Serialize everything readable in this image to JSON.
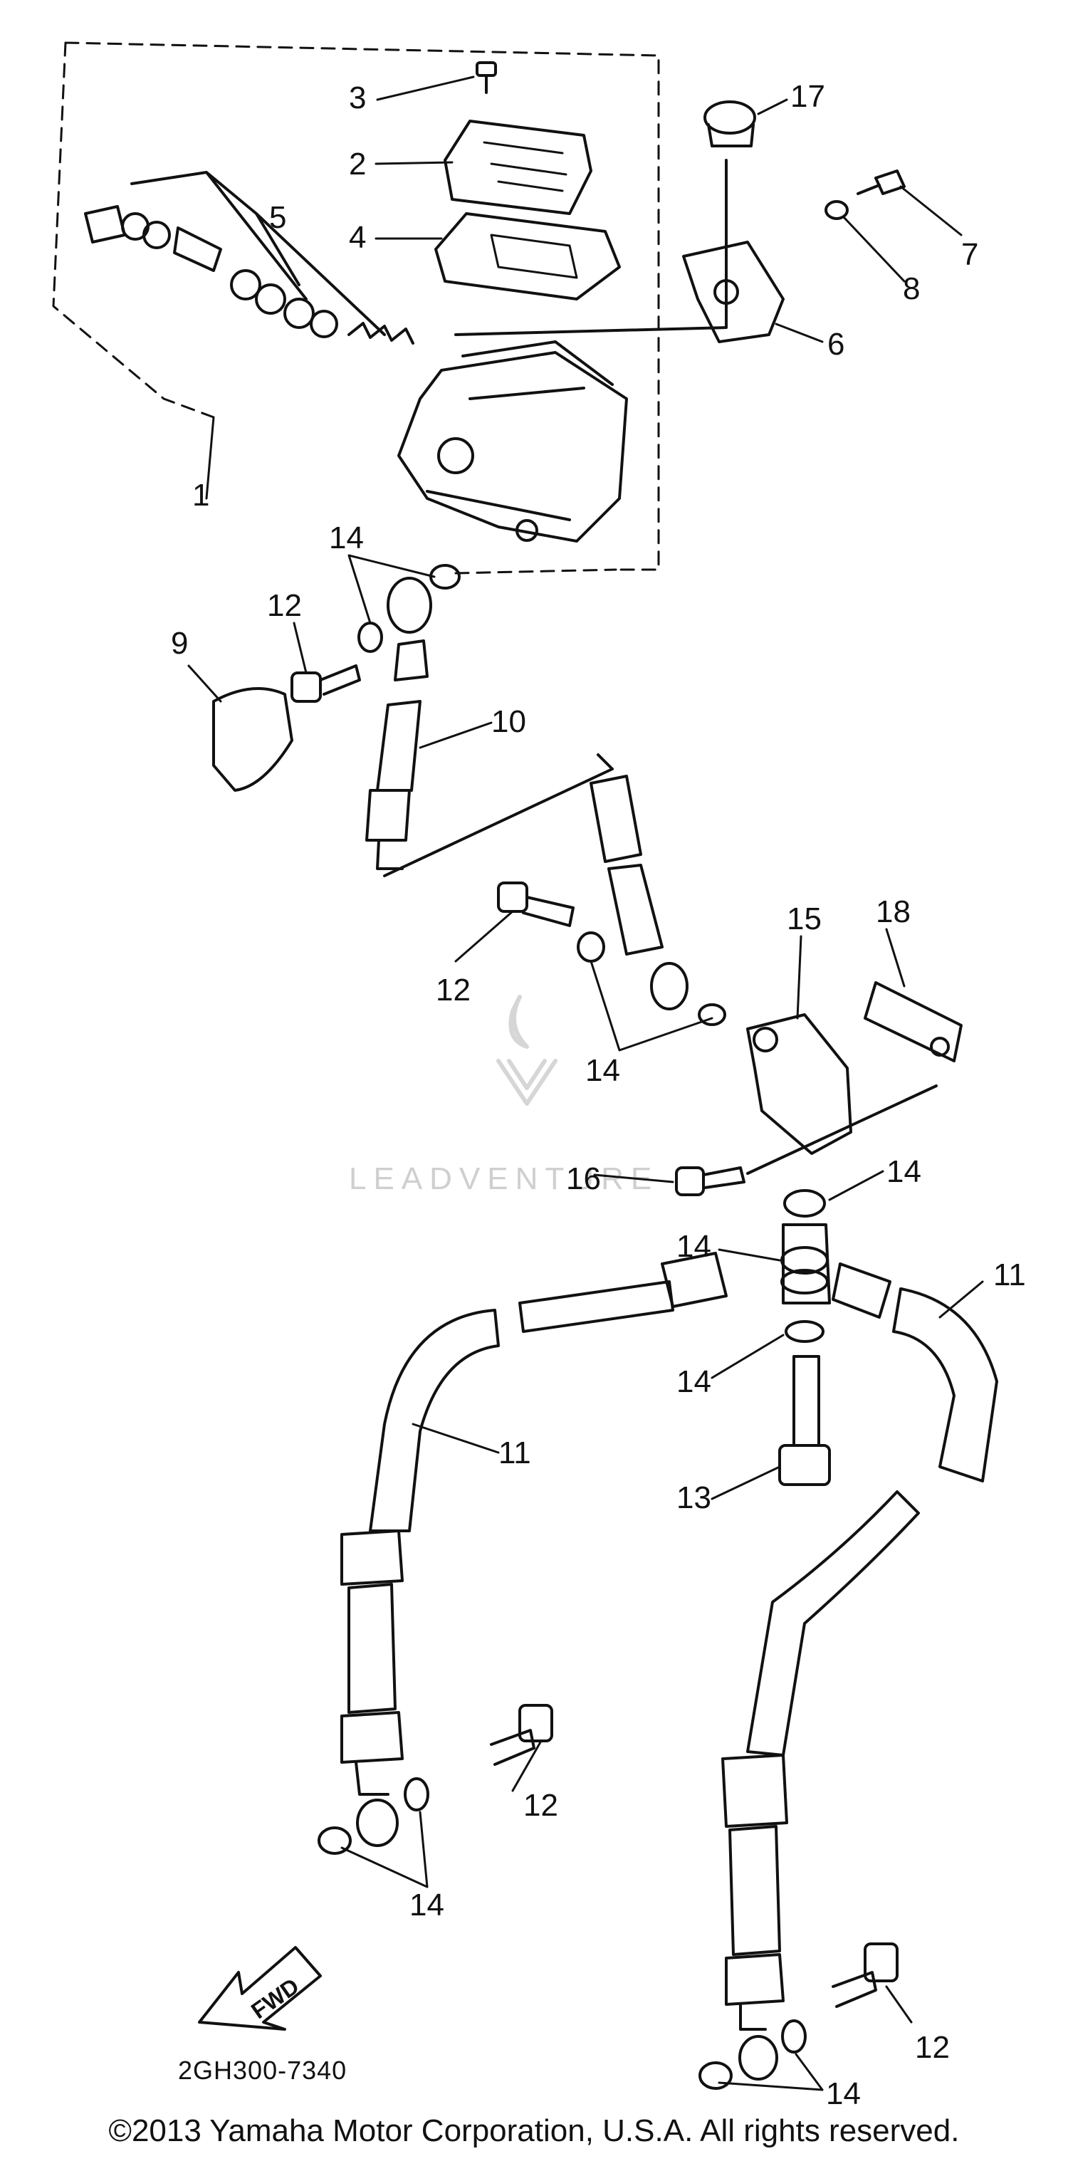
{
  "labels": {
    "p1": "1",
    "p2": "2",
    "p3": "3",
    "p4": "4",
    "p5": "5",
    "p6": "6",
    "p7": "7",
    "p8": "8",
    "p9": "9",
    "p10": "10",
    "p11a": "11",
    "p11b": "11",
    "p12a": "12",
    "p12b": "12",
    "p12c": "12",
    "p12d": "12",
    "p13": "13",
    "p14a": "14",
    "p14b": "14",
    "p14c": "14",
    "p14d": "14",
    "p14e": "14",
    "p14f": "14",
    "p14g": "14",
    "p15": "15",
    "p16": "16",
    "p17": "17",
    "p18": "18"
  },
  "fwd_arrow_text": "FWD",
  "diagram_code": "2GH300-7340",
  "watermark": "LEADVENTURE",
  "copyright": "©2013 Yamaha Motor Corporation, U.S.A. All rights reserved.",
  "colors": {
    "ink": "#111111",
    "paper": "#ffffff",
    "watermark": "#cfcfcf"
  }
}
